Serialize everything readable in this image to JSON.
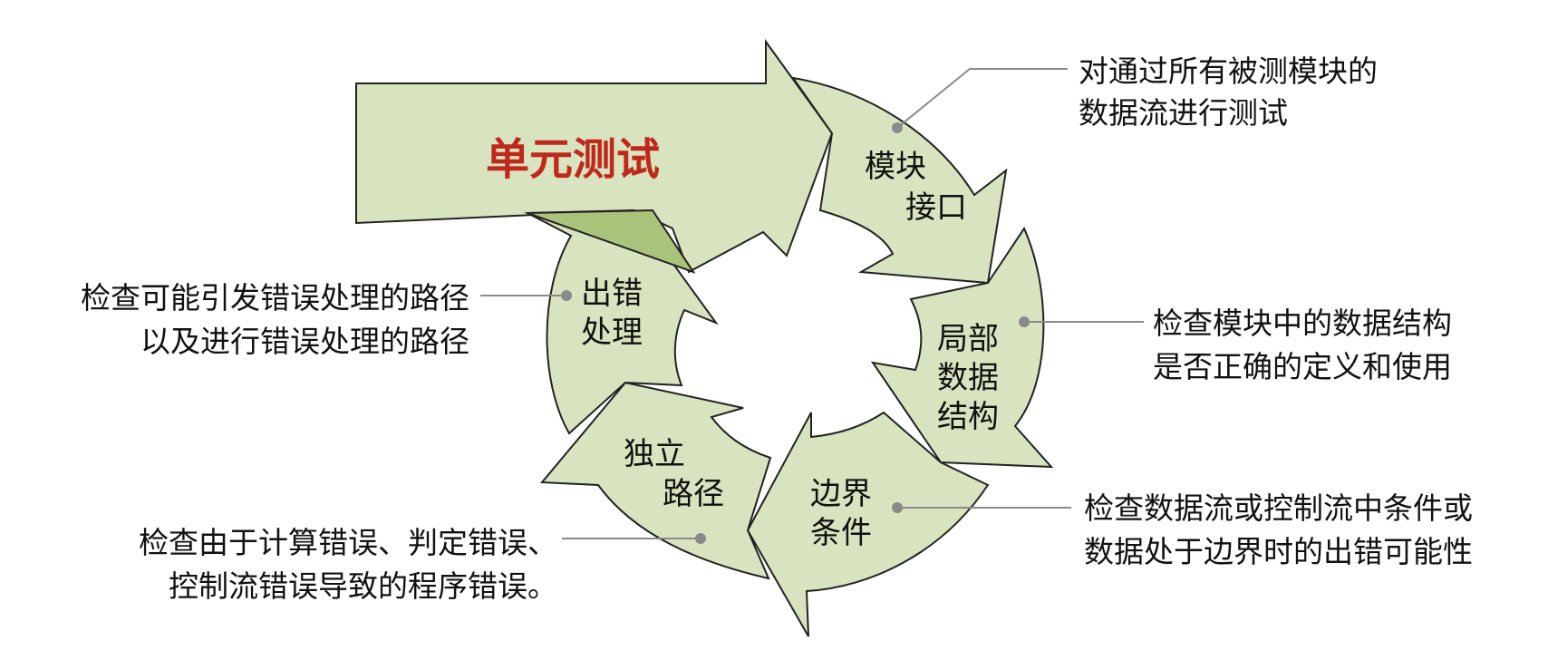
{
  "title": "单元测试",
  "segments": [
    {
      "id": "interface",
      "lines": [
        "模块",
        "接口"
      ]
    },
    {
      "id": "local-data",
      "lines": [
        "局部",
        "数据",
        "结构"
      ]
    },
    {
      "id": "boundary",
      "lines": [
        "边界",
        "条件"
      ]
    },
    {
      "id": "path",
      "lines": [
        "独立",
        "路径"
      ]
    },
    {
      "id": "error",
      "lines": [
        "出错",
        "处理"
      ]
    }
  ],
  "annotations": [
    {
      "id": "interface",
      "lines": [
        "对通过所有被测模块的",
        "数据流进行测试"
      ]
    },
    {
      "id": "local-data",
      "lines": [
        "检查模块中的数据结构",
        "是否正确的定义和使用"
      ]
    },
    {
      "id": "boundary",
      "lines": [
        "检查数据流或控制流中条件或",
        "数据处于边界时的出错可能性"
      ]
    },
    {
      "id": "path",
      "lines": [
        "检查由于计算错误、判定错误、",
        "控制流错误导致的程序错误。"
      ]
    },
    {
      "id": "error",
      "lines": [
        "检查可能引发错误处理的路径",
        "以及进行错误处理的路径"
      ]
    }
  ],
  "colors": {
    "segment_fill": "#d8e4bf",
    "segment_dark": "#a9c47a",
    "title": "#c0281b",
    "leader": "#8a8a8a"
  }
}
